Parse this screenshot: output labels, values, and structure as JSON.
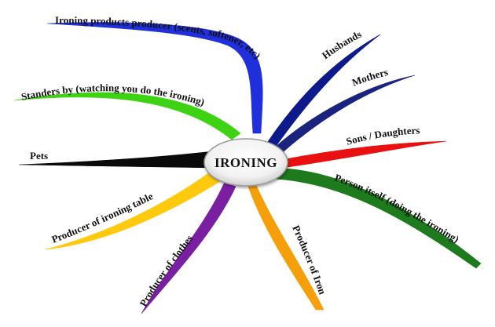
{
  "center": {
    "label": "IRONING"
  },
  "branches": [
    {
      "id": "products",
      "label": "Ironing products producer (scents, softener, etc)",
      "color": "#1f2fdc"
    },
    {
      "id": "standers",
      "label": "Standers by (watching you do the ironing)",
      "color": "#3ed312"
    },
    {
      "id": "pets",
      "label": "Pets",
      "color": "#0a0a0a"
    },
    {
      "id": "table",
      "label": "Producer of ironing table",
      "color": "#ffc90e"
    },
    {
      "id": "clothes",
      "label": "Producer of clothes",
      "color": "#7a1fa2"
    },
    {
      "id": "iron",
      "label": "Producer of Iron",
      "color": "#f5a00a"
    },
    {
      "id": "person",
      "label": "Person itself (doing the ironing)",
      "color": "#1d7a1d"
    },
    {
      "id": "sons",
      "label": "Sons / Daughters",
      "color": "#e81010"
    },
    {
      "id": "mothers",
      "label": "Mothers",
      "color": "#1a237e"
    },
    {
      "id": "husbands",
      "label": "Husbands",
      "color": "#0d1a8c"
    }
  ]
}
